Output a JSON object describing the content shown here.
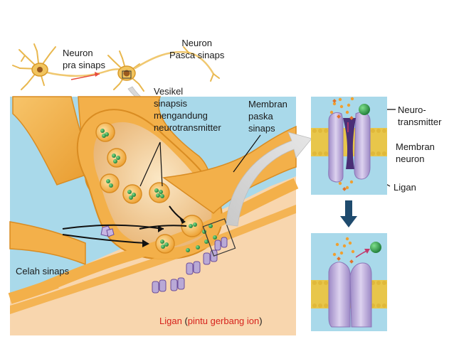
{
  "labels": {
    "neuron_pre": "Neuron\npra sinaps",
    "neuron_post": "Neuron\nPasca sinaps",
    "vesicles": "Vesikel\nsinapsis\nmengandung\nneurotransmitter",
    "membrane_post": "Membran\npaska\nsinaps",
    "neurotransmitter": "Neuro-\ntransmitter",
    "membrane_neuron": "Membran\nneuron",
    "ligand": "Ligan",
    "cleft": "Celah sinaps",
    "bottom_ligand": "Ligan",
    "bottom_open": "(",
    "bottom_gate": "pintu gerbang ion",
    "bottom_close": ")"
  },
  "colors": {
    "sky": "#a9d9ea",
    "neuron_fill": "#f3b04a",
    "neuron_dark": "#d98c22",
    "neuron_light": "#f9cf86",
    "membrane_yellow": "#e8c64a",
    "channel": "#b9a9d6",
    "channel_dark": "#6a4c9a",
    "nt_green": "#2f9a4a",
    "label_red": "#d6231c"
  }
}
